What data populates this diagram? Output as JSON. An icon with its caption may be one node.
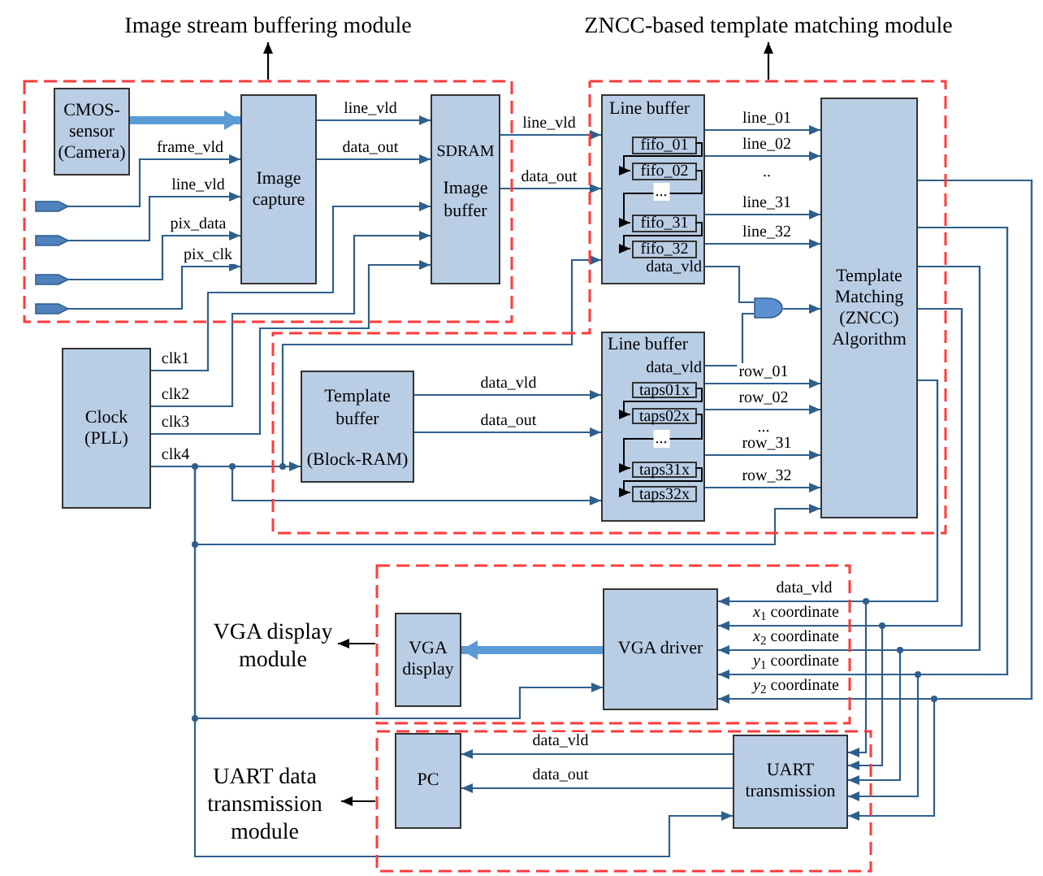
{
  "diagram": {
    "nodes": [
      {
        "text": [],
        "shape": "box"
      },
      {
        "text": [
          "Image stream buffering module"
        ]
      },
      {
        "text": [
          "CMOS-sensor (Camera)"
        ],
        "in": 0
      },
      {
        "text": [
          "Image capture"
        ],
        "in": 0
      },
      {
        "text": [
          "SDRAM",
          "Image buffer"
        ],
        "in": 0
      },
      {
        "text": [],
        "shape": "pentagon",
        "in": 0
      },
      {
        "text": [],
        "shape": "pentagon",
        "in": 0
      },
      {
        "text": [],
        "shape": "pentagon",
        "in": 0
      },
      {
        "text": [],
        "shape": "pentagon",
        "in": 0
      },
      {
        "text": [],
        "shape": "box"
      },
      {
        "text": [
          "ZNCC-based template matching module"
        ]
      },
      {
        "text": [
          "Line buffer",
          "data_vld"
        ],
        "in": 9
      },
      {
        "text": [
          "fifo_01"
        ],
        "in": 11
      },
      {
        "text": [
          "fifo_02"
        ],
        "in": 11
      },
      {
        "text": [
          "fifo_31"
        ],
        "in": 11
      },
      {
        "text": [
          "fifo_32"
        ],
        "in": 11
      },
      {
        "text": [
          "Template Matching (ZNCC) Algorithm"
        ],
        "in": 9
      },
      {
        "text": [],
        "shape": "gate",
        "in": 9
      },
      {
        "text": [
          "Clock (PLL)"
        ]
      },
      {
        "text": [
          "Template buffer",
          "(Block-RAM)"
        ],
        "in": 9
      },
      {
        "text": [
          "Line buffer",
          "data_vld"
        ],
        "in": 9
      },
      {
        "text": [
          "taps01x"
        ],
        "in": 20
      },
      {
        "text": [
          "taps02x"
        ],
        "in": 20
      },
      {
        "text": [
          "taps31x"
        ],
        "in": 20
      },
      {
        "text": [
          "taps32x"
        ],
        "in": 20
      },
      {
        "text": [],
        "shape": "box"
      },
      {
        "text": [
          "VGA display module"
        ]
      },
      {
        "text": [
          "VGA display"
        ],
        "in": 25
      },
      {
        "text": [
          "VGA driver"
        ],
        "in": 25
      },
      {
        "text": [],
        "shape": "box"
      },
      {
        "text": [
          "UART data transmission module"
        ]
      },
      {
        "text": [
          "PC"
        ],
        "in": 29
      },
      {
        "text": [
          "UART transmission"
        ],
        "in": 29
      }
    ],
    "edges": [
      {
        "from": 0,
        "to": 1,
        "arrow": "to",
        "color": "#000000"
      },
      {
        "from": 9,
        "to": 10,
        "arrow": "to",
        "color": "#000000"
      },
      {
        "from": 25,
        "to": 26,
        "arrow": "to",
        "color": "#000000"
      },
      {
        "from": 29,
        "to": 30,
        "arrow": "to",
        "color": "#000000"
      },
      {
        "from": 2,
        "to": 3,
        "arrow": "to",
        "style": "thick",
        "color": "#5b9bd5"
      },
      {
        "from": 5,
        "to": 3,
        "arrow": "to",
        "label": "frame_vld"
      },
      {
        "from": 6,
        "to": 3,
        "arrow": "to",
        "label": "line_vld"
      },
      {
        "from": 7,
        "to": 3,
        "arrow": "to",
        "label": "pix_data"
      },
      {
        "from": 8,
        "to": 3,
        "arrow": "to",
        "label": "pix_clk"
      },
      {
        "from": 3,
        "to": 4,
        "arrow": "to",
        "label": "line_vld"
      },
      {
        "from": 3,
        "to": 4,
        "arrow": "to",
        "label": "data_out"
      },
      {
        "from": 4,
        "to": 11,
        "arrow": "to",
        "label": "line_vld"
      },
      {
        "from": 4,
        "to": 11,
        "arrow": "to",
        "label": "data_out"
      },
      {
        "from": 18,
        "to": 4,
        "arrow": "to",
        "label": "clk1"
      },
      {
        "from": 18,
        "to": 4,
        "arrow": "to",
        "label": "clk2"
      },
      {
        "from": 18,
        "to": 4,
        "arrow": "to",
        "label": "clk3"
      },
      {
        "from": 18,
        "to": 19,
        "arrow": "to",
        "label": "clk4"
      },
      {
        "from": 18,
        "to": 11,
        "arrow": "to"
      },
      {
        "from": 18,
        "to": 20,
        "arrow": "to"
      },
      {
        "from": 18,
        "to": 16,
        "arrow": "to"
      },
      {
        "from": 18,
        "to": 28,
        "arrow": "to"
      },
      {
        "from": 18,
        "to": 32,
        "arrow": "to"
      },
      {
        "from": 19,
        "to": 20,
        "arrow": "to",
        "label": "data_vld"
      },
      {
        "from": 19,
        "to": 20,
        "arrow": "to",
        "label": "data_out"
      },
      {
        "from": 12,
        "to": 13,
        "arrow": "to",
        "color": "#000000"
      },
      {
        "from": 13,
        "to": 14,
        "arrow": "to",
        "label": "...",
        "color": "#000000"
      },
      {
        "from": 14,
        "to": 15,
        "arrow": "to",
        "color": "#000000"
      },
      {
        "from": 11,
        "to": 16,
        "arrow": "to",
        "label": "line_01"
      },
      {
        "from": 11,
        "to": 16,
        "arrow": "to",
        "label": "line_02"
      },
      {
        "from": 11,
        "to": 16,
        "arrow": "to",
        "label": "line_31"
      },
      {
        "from": 11,
        "to": 16,
        "arrow": "to",
        "label": "line_32"
      },
      {
        "from": 11,
        "to": 17,
        "arrow": "none"
      },
      {
        "from": 20,
        "to": 17,
        "arrow": "none"
      },
      {
        "from": 17,
        "to": 16,
        "arrow": "to"
      },
      {
        "from": 21,
        "to": 22,
        "arrow": "to",
        "color": "#000000"
      },
      {
        "from": 22,
        "to": 23,
        "arrow": "to",
        "label": "...",
        "color": "#000000"
      },
      {
        "from": 23,
        "to": 24,
        "arrow": "to",
        "color": "#000000"
      },
      {
        "from": 20,
        "to": 16,
        "arrow": "to",
        "label": "row_01"
      },
      {
        "from": 20,
        "to": 16,
        "arrow": "to",
        "label": "row_02"
      },
      {
        "from": 20,
        "to": 16,
        "arrow": "to",
        "label": "row_31"
      },
      {
        "from": 20,
        "to": 16,
        "arrow": "to",
        "label": "row_32"
      },
      {
        "from": 16,
        "to": 28,
        "arrow": "to",
        "label": "data_vld"
      },
      {
        "from": 16,
        "to": 28,
        "arrow": "to",
        "label": "*x*$_{1}$ coordinate"
      },
      {
        "from": 16,
        "to": 28,
        "arrow": "to",
        "label": "*x*$_{2}$ coordinate"
      },
      {
        "from": 16,
        "to": 28,
        "arrow": "to",
        "label": "*y*$_{1}$ coordinate"
      },
      {
        "from": 16,
        "to": 28,
        "arrow": "to",
        "label": "*y*$_{2}$ coordinate"
      },
      {
        "from": 16,
        "to": 32,
        "arrow": "to"
      },
      {
        "from": 16,
        "to": 32,
        "arrow": "to"
      },
      {
        "from": 16,
        "to": 32,
        "arrow": "to"
      },
      {
        "from": 16,
        "to": 32,
        "arrow": "to"
      },
      {
        "from": 16,
        "to": 32,
        "arrow": "to"
      },
      {
        "from": 28,
        "to": 27,
        "arrow": "to",
        "style": "thick",
        "color": "#5b9bd5"
      },
      {
        "from": 32,
        "to": 31,
        "arrow": "to",
        "label": "data_vld"
      },
      {
        "from": 32,
        "to": 31,
        "arrow": "to",
        "label": "data_out"
      }
    ],
    "labels": [
      "..",
      "..."
    ]
  }
}
